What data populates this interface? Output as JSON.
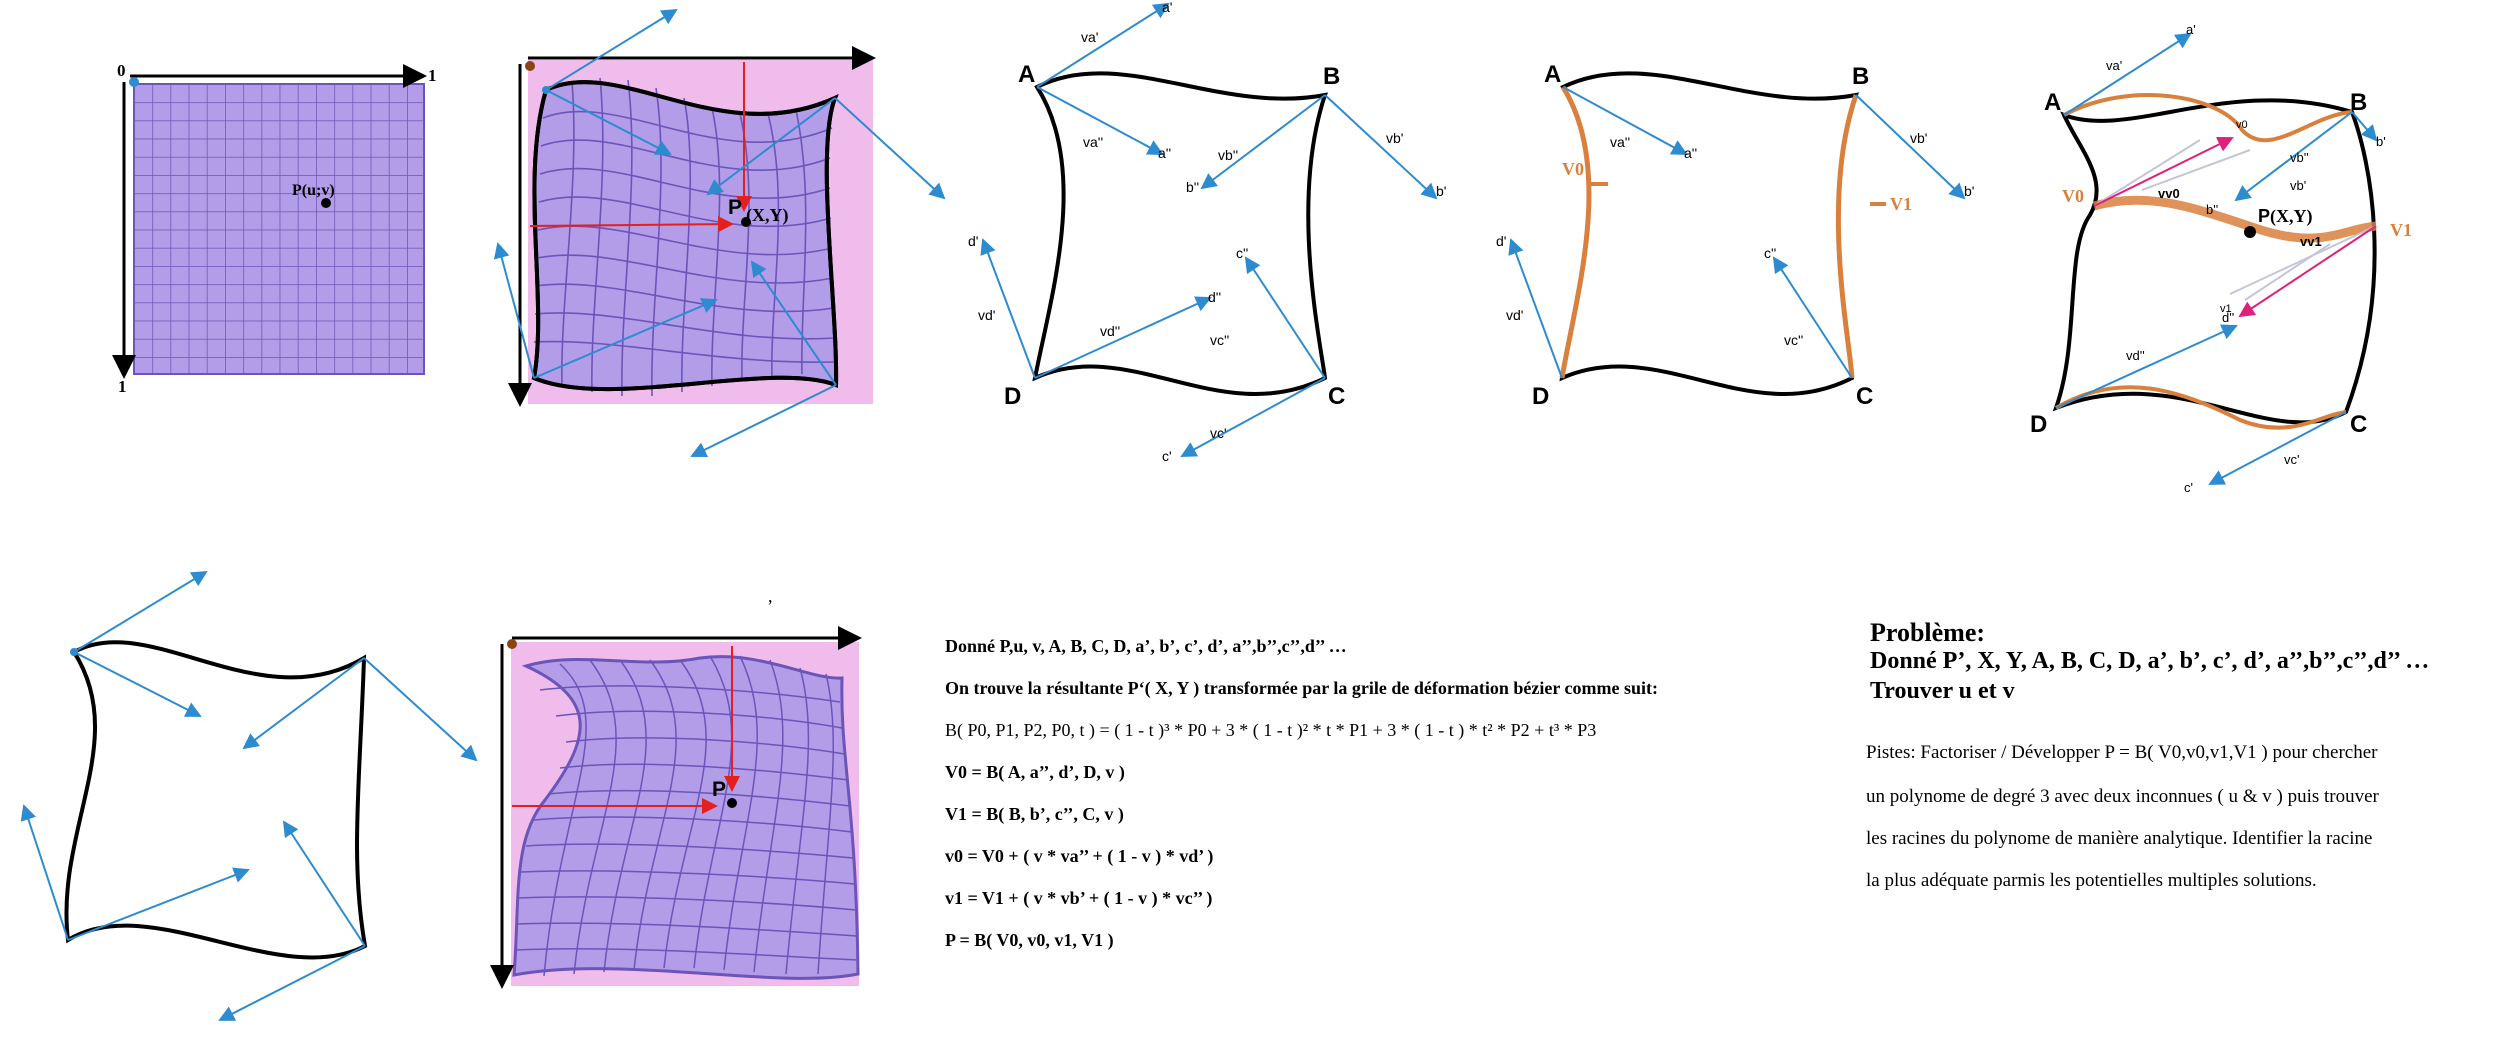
{
  "grid_axes": {
    "origin": "0",
    "x_end": "1",
    "y_end": "1",
    "point": "P(u;v)"
  },
  "warp_point": "P",
  "warp_point_coords": "(X,Y)",
  "corners": {
    "A": "A",
    "B": "B",
    "C": "C",
    "D": "D"
  },
  "tangents": {
    "va1": "va'",
    "va2": "va''",
    "vb1": "vb'",
    "vb2": "vb''",
    "vc1": "vc'",
    "vc2": "vc''",
    "vd1": "vd'",
    "vd2": "vd''",
    "a1": "a'",
    "a2": "a''",
    "b1": "b'",
    "b2": "b''",
    "c1": "c'",
    "c2": "c''",
    "d1": "d'",
    "d2": "d''"
  },
  "curves": {
    "V0": "V0",
    "V1": "V1",
    "v0": "v0",
    "v1": "v1",
    "vv0": "vv0",
    "vv1": "vv1"
  },
  "bottom_point": "P",
  "stray_mark": ",",
  "description": {
    "given": "Donné P,u, v, A, B, C, D, a’, b’, c’, d’, a’’,b’’,c’’,d’’ …",
    "intro": "On trouve la résultante P‘( X, Y ) transformée par la grile de déformation bézier comme suit:",
    "bezier": "B( P0, P1, P2, P0, t ) = ( 1 - t )³ * P0 + 3 * ( 1 - t )² * t * P1 + 3 * ( 1 - t ) * t² * P2 + t³ * P3",
    "V0": "V0 = B( A, a’’, d’, D, v )",
    "V1": "V1 = B( B, b’, c’’, C, v )",
    "v0": "v0 = V0 + ( v * va’’ + ( 1 - v ) * vd’ )",
    "v1": "v1 = V1 + ( v * vb’ + ( 1 - v ) * vc’’ )",
    "P": "P = B( V0, v0, v1, V1 )"
  },
  "problem": {
    "title": "Problème:",
    "given": "Donné P’, X, Y,  A, B, C, D, a’, b’, c’, d’, a’’,b’’,c’’,d’’ …",
    "find": "Trouver u et v"
  },
  "hints": [
    "Pistes: Factoriser / Développer P = B( V0,v0,v1,V1 ) pour chercher",
    "un polynome de degré 3 avec deux inconnues ( u & v ) puis trouver",
    "les racines du polynome de manière analytique. Identifier la racine",
    "la plus adéquate parmis les potentielles multiples solutions."
  ],
  "colors": {
    "grid_fill": "#b39ce8",
    "grid_line": "#6b55b8",
    "pink_bg": "#f0bcec",
    "arrow_blue": "#2d8bcf",
    "orange": "#d9803d",
    "red": "#e32020",
    "magenta": "#e0207a"
  }
}
